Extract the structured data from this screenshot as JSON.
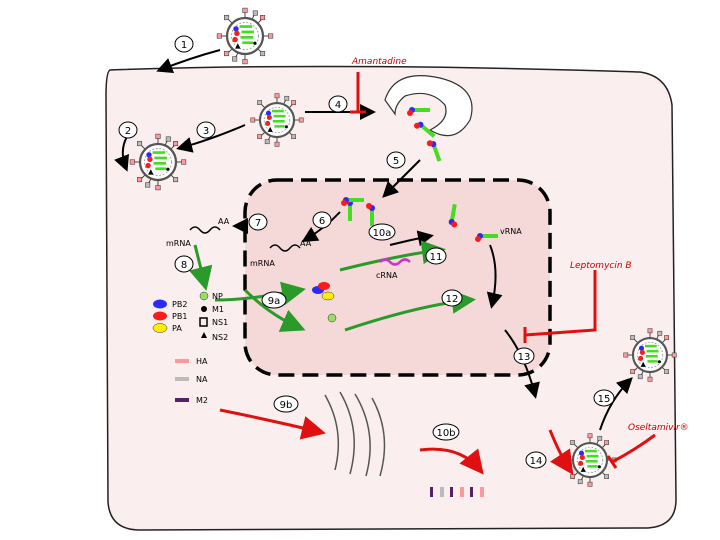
{
  "diagram": {
    "steps": [
      {
        "id": "step-1",
        "label": "1"
      },
      {
        "id": "step-2",
        "label": "2"
      },
      {
        "id": "step-3",
        "label": "3"
      },
      {
        "id": "step-4",
        "label": "4"
      },
      {
        "id": "step-5",
        "label": "5"
      },
      {
        "id": "step-6",
        "label": "6"
      },
      {
        "id": "step-7",
        "label": "7"
      },
      {
        "id": "step-8",
        "label": "8"
      },
      {
        "id": "step-9a",
        "label": "9a"
      },
      {
        "id": "step-9b",
        "label": "9b"
      },
      {
        "id": "step-10a",
        "label": "10a"
      },
      {
        "id": "step-10b",
        "label": "10b"
      },
      {
        "id": "step-11",
        "label": "11"
      },
      {
        "id": "step-12",
        "label": "12"
      },
      {
        "id": "step-13",
        "label": "13"
      },
      {
        "id": "step-14",
        "label": "14"
      },
      {
        "id": "step-15",
        "label": "15"
      }
    ],
    "labels": {
      "amantadine": "Amantadine",
      "leptomycin": "Leptomycin B",
      "oseltamivir": "Oseltamivir®",
      "vrna": "vRNA",
      "crna": "cRNA",
      "mrna_nucleus": "mRNA",
      "mrna_cytoplasm": "mRNA",
      "poly_a_1": "AA",
      "poly_a_2": "AA"
    },
    "legend": [
      {
        "label": "PB2",
        "color": "#2a2aff",
        "shape": "ellipse"
      },
      {
        "label": "PB1",
        "color": "#ff1a1a",
        "shape": "ellipse"
      },
      {
        "label": "PA",
        "color": "#ffee00",
        "shape": "ellipse"
      },
      {
        "label": "NP",
        "color": "#99dd66",
        "shape": "circle"
      },
      {
        "label": "M1",
        "color": "#000000",
        "shape": "blob"
      },
      {
        "label": "NS1",
        "color": "#000000",
        "shape": "ring"
      },
      {
        "label": "NS2",
        "color": "#000000",
        "shape": "triangle"
      },
      {
        "label": "HA",
        "color": "#ff9999",
        "shape": "bar"
      },
      {
        "label": "NA",
        "color": "#bbbbbb",
        "shape": "bar"
      },
      {
        "label": "M2",
        "color": "#552266",
        "shape": "bar"
      }
    ],
    "colors": {
      "cell": "#fbeeee",
      "nucleus": "#f5d8d8",
      "green_arrow": "#2a9a2a",
      "red_inhibitor": "#e01010",
      "rna_green": "#44dd22"
    }
  }
}
